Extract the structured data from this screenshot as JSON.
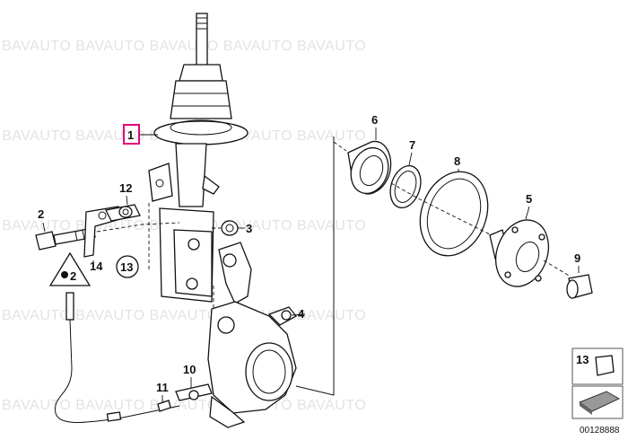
{
  "watermark": "BAVAUTO BAVAUTO BAVAUTO BAVAUTO BAVAUTO",
  "callouts": {
    "c1": "1",
    "c2": "2",
    "c3": "3",
    "c4": "4",
    "c5": "5",
    "c6": "6",
    "c7": "7",
    "c8": "8",
    "c9": "9",
    "c10": "10",
    "c11": "11",
    "c12": "12",
    "c13": "13",
    "c14": "14"
  },
  "legend": {
    "label": "13",
    "catalog_number": "00128888"
  },
  "colors": {
    "highlight": "#e4007c",
    "watermark": "#e3e3e3",
    "line": "#111111"
  }
}
